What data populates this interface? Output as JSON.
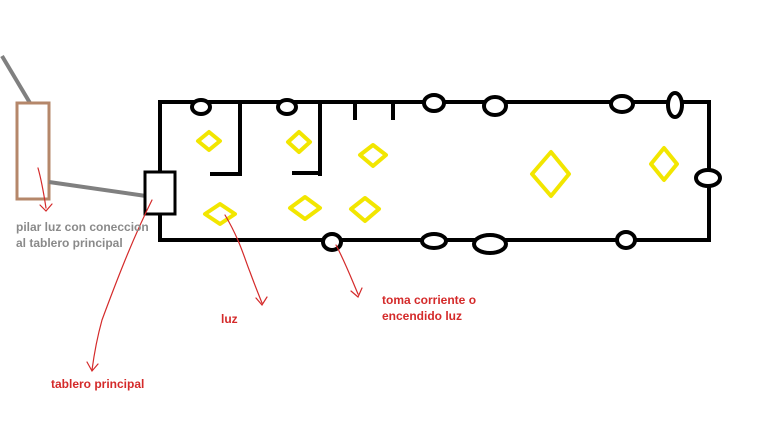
{
  "labels": {
    "pilar": [
      "pilar luz con coneccion",
      "al tablero principal"
    ],
    "luz": "luz",
    "toma": [
      "toma corriente o",
      "encendido luz"
    ],
    "tablero": "tablero principal"
  },
  "colors": {
    "wall": "#000000",
    "light_fixture": "#f2e600",
    "pillar": "#b5876a",
    "cable": "#808080",
    "pilar_text": "#8a8a8a",
    "annotation": "#d42a2a"
  },
  "icons": {
    "light": "yellow-diamond",
    "outlet": "black-oval",
    "panel": "black-rectangle",
    "pillar": "brown-rectangle"
  }
}
